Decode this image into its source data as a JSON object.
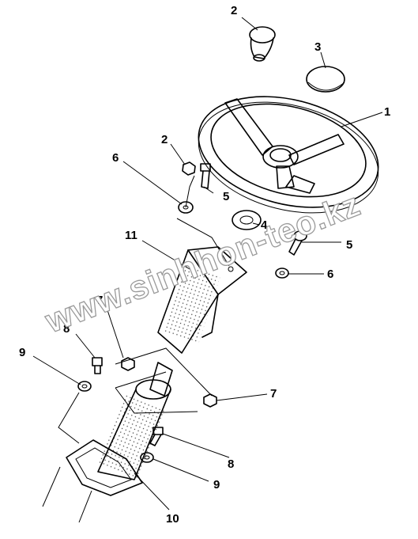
{
  "figure": {
    "callouts": [
      {
        "id": "c1",
        "text": "1"
      },
      {
        "id": "c2a",
        "text": "2"
      },
      {
        "id": "c2b",
        "text": "2"
      },
      {
        "id": "c3",
        "text": "3"
      },
      {
        "id": "c4",
        "text": "4"
      },
      {
        "id": "c5a",
        "text": "5"
      },
      {
        "id": "c5b",
        "text": "5"
      },
      {
        "id": "c6a",
        "text": "6"
      },
      {
        "id": "c6b",
        "text": "6"
      },
      {
        "id": "c7a",
        "text": "7"
      },
      {
        "id": "c7b",
        "text": "7"
      },
      {
        "id": "c8a",
        "text": "8"
      },
      {
        "id": "c8b",
        "text": "8"
      },
      {
        "id": "c9a",
        "text": "9"
      },
      {
        "id": "c9b",
        "text": "9"
      },
      {
        "id": "c10",
        "text": "10"
      },
      {
        "id": "c11",
        "text": "11"
      }
    ],
    "watermark": "www.sinhhon-teo.kz"
  }
}
